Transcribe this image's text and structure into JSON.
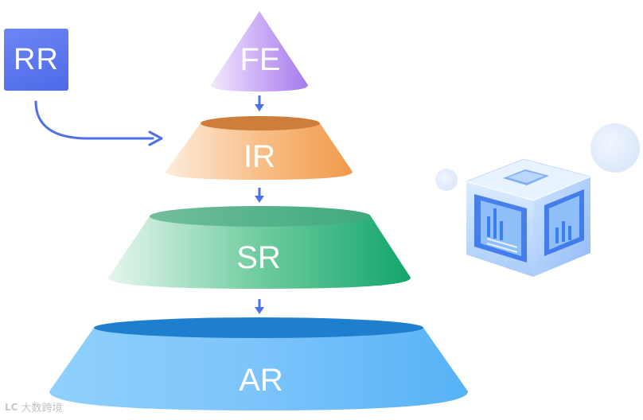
{
  "diagram": {
    "source": {
      "label": "RR"
    },
    "tiers": [
      {
        "id": "fe",
        "label": "FE"
      },
      {
        "id": "ir",
        "label": "IR"
      },
      {
        "id": "sr",
        "label": "SR"
      },
      {
        "id": "ar",
        "label": "AR"
      }
    ]
  },
  "colors": {
    "source": "#5872ee",
    "fe": "#b48af0",
    "ir": "#f2a25a",
    "sr": "#2fb07a",
    "ar": "#5aaef5",
    "arrow": "#4f6fe6"
  },
  "decoration": {
    "icon": "data-cube-icon"
  },
  "watermark": {
    "logo": "LC",
    "text": "大数跨境"
  }
}
